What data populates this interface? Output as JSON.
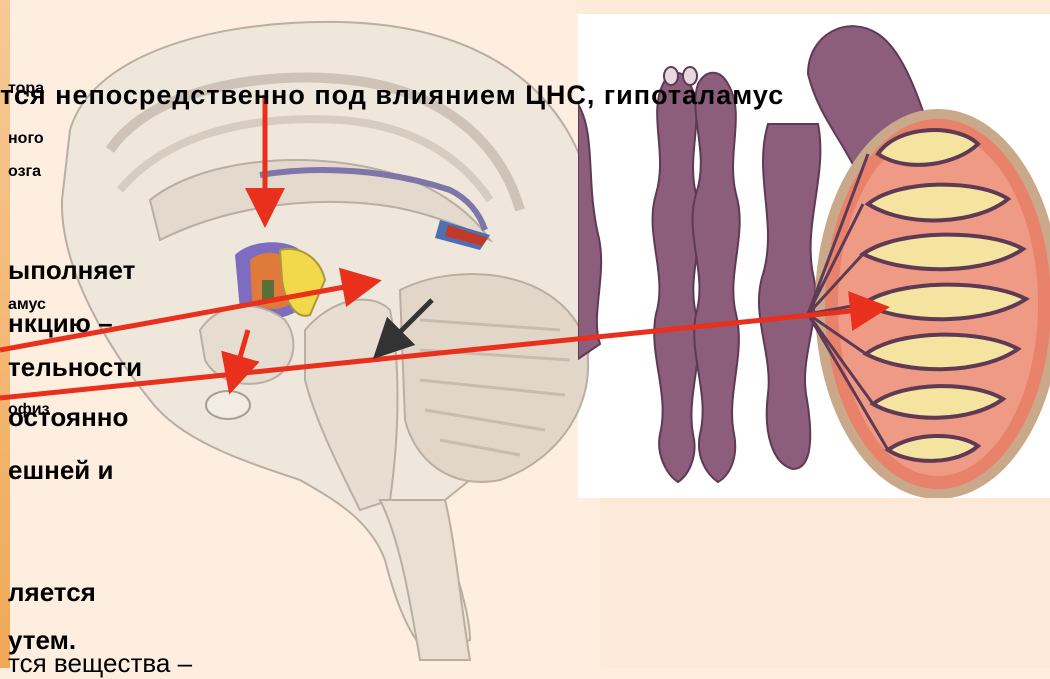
{
  "slide": {
    "title": "",
    "headline": "тся  непосредственно  под  влиянием  ЦНС,  гипоталамус",
    "labels": {
      "top_left_lines": [
        "тора",
        "ного",
        "озга"
      ],
      "hypothalamus": "амус",
      "pituitary": "офиз"
    },
    "body_lines": [
      "ыполняет",
      "нкцию    –",
      "тельности",
      "остоянно",
      "ешней     и",
      "ляется",
      "утем.",
      "тся   вещества   –"
    ]
  },
  "colors": {
    "background": "#fdeee0",
    "arrow_red": "#e8301c",
    "arrow_dark": "#333333",
    "testis": "#e8826a"
  },
  "images": {
    "brain": "brain-sagittal-section-illustration",
    "testis": "testis-and-epididymis-illustration"
  }
}
